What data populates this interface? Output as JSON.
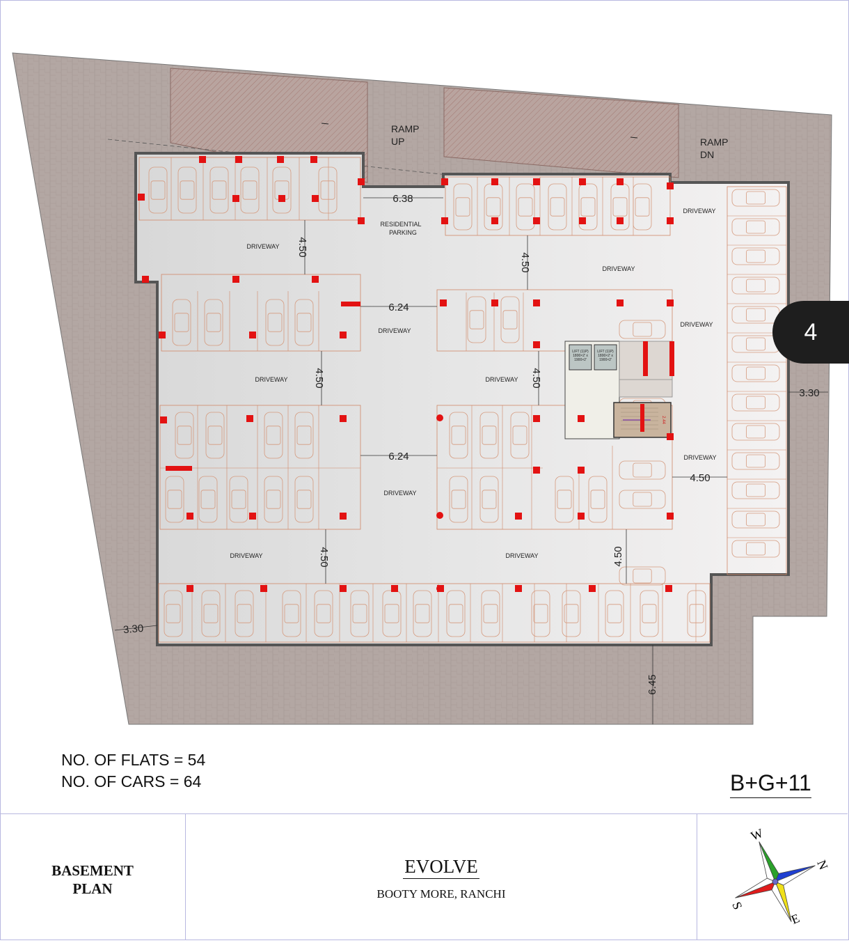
{
  "drawing": {
    "labels": {
      "ramp_up": [
        "RAMP",
        "UP"
      ],
      "ramp_dn": [
        "RAMP",
        "DN"
      ],
      "residential_parking": [
        "RESIDENTIAL",
        "PARKING"
      ],
      "driveway": "DRIVEWAY",
      "lift": [
        "LIFT (11P)",
        "1800×2' x",
        "1900×2'"
      ]
    },
    "dimensions": {
      "d638": "6.38",
      "d624": "6.24",
      "d450": "4.50",
      "d330": "3.30",
      "d645": "6.45",
      "d244": "2.44"
    }
  },
  "stats": {
    "flats": "NO. OF FLATS = 54",
    "cars": "NO. OF CARS = 64"
  },
  "config": "B+G+11",
  "page_number": "4",
  "title_block": {
    "plan_name_line1": "BASEMENT",
    "plan_name_line2": "PLAN",
    "project_name": "EVOLVE",
    "project_location": "BOOTY MORE, RANCHI"
  },
  "compass": {
    "n": "N",
    "e": "E",
    "s": "S",
    "w": "W"
  },
  "colors": {
    "site": "#b3a7a3",
    "floor": "#e3e3e3",
    "column": "#e31212",
    "stall_line": "#d08868",
    "wall": "#555555",
    "ramp_hatch": "#9e6e66"
  }
}
